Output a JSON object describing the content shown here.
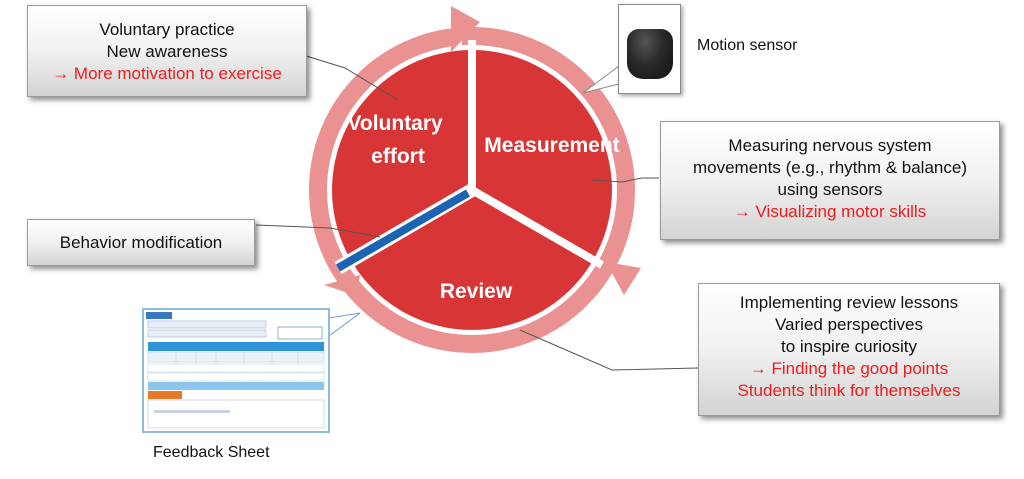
{
  "cycle": {
    "segments": [
      {
        "id": "voluntary",
        "label_lines": [
          "Voluntary",
          "effort"
        ]
      },
      {
        "id": "measurement",
        "label_lines": [
          "Measurement"
        ]
      },
      {
        "id": "review",
        "label_lines": [
          "Review"
        ]
      }
    ],
    "colors": {
      "segment": "#d73536",
      "ring": "#ea9292",
      "divider": "#1b63b5"
    }
  },
  "callouts": {
    "voluntary": {
      "lines": [
        "Voluntary practice",
        "New awareness"
      ],
      "highlight": [
        "→ More motivation to exercise"
      ]
    },
    "measurement": {
      "lines": [
        "Measuring nervous system",
        "movements (e.g., rhythm & balance)",
        "using sensors"
      ],
      "highlight": [
        "→ Visualizing motor skills"
      ]
    },
    "behavior": {
      "lines": [
        "Behavior modification"
      ],
      "highlight": []
    },
    "review": {
      "lines": [
        "Implementing review lessons",
        "Varied perspectives",
        "to inspire curiosity"
      ],
      "highlight": [
        "→ Finding the good points",
        "Students think for themselves"
      ]
    }
  },
  "sensor": {
    "label": "Motion sensor"
  },
  "feedback_sheet": {
    "label": "Feedback Sheet"
  }
}
